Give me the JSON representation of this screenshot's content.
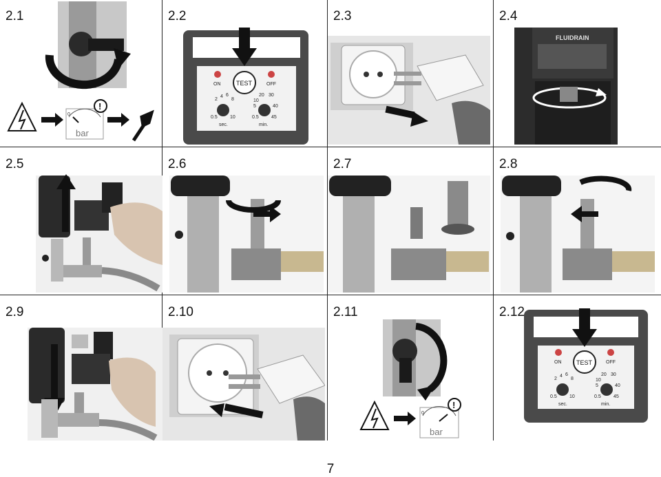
{
  "steps": [
    {
      "label": "2.1"
    },
    {
      "label": "2.2"
    },
    {
      "label": "2.3"
    },
    {
      "label": "2.4"
    },
    {
      "label": "2.5"
    },
    {
      "label": "2.6"
    },
    {
      "label": "2.7"
    },
    {
      "label": "2.8"
    },
    {
      "label": "2.9"
    },
    {
      "label": "2.10"
    },
    {
      "label": "2.11"
    },
    {
      "label": "2.12"
    }
  ],
  "pressure_gauge": {
    "unit": "bar",
    "scale_left": "0"
  },
  "control_panel": {
    "on": "ON",
    "off": "OFF",
    "test": "TEST",
    "sec_ticks": [
      "2",
      "4",
      "6",
      "8",
      "0.5",
      "10"
    ],
    "sec_unit": "sec.",
    "min_ticks": [
      "20",
      "30",
      "10",
      "40",
      "5",
      "0.5",
      "45"
    ],
    "min_unit": "min."
  },
  "device_brand": "FLUIDRAIN",
  "page_number": "7"
}
